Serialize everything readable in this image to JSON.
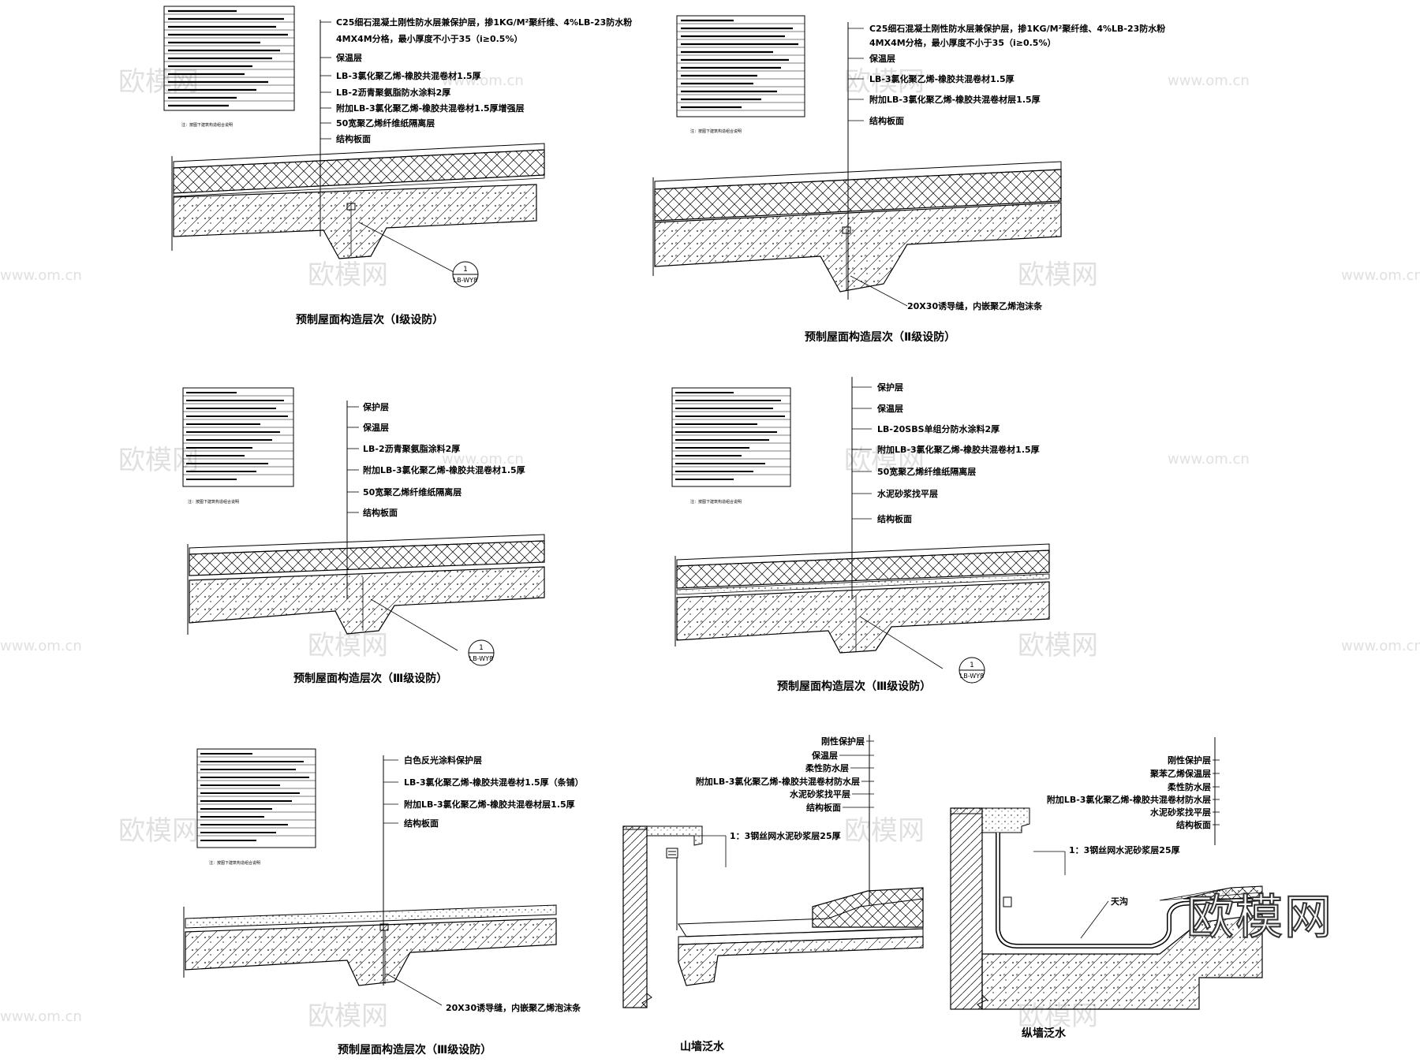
{
  "callout_ref": {
    "num": "1",
    "code": "LB-WY8"
  },
  "joint_note": "20X30诱导缝，内嵌聚乙烯泡沫条",
  "table_note": "注：按图下建筑构造组合说明",
  "watermarks": {
    "url": "www.om.cn",
    "brand": "欧模网"
  },
  "panel1": {
    "caption": "预制屋面构造层次（Ⅰ级设防）",
    "layers": [
      "C25细石混凝土刚性防水层兼保护层，掺1KG/M²聚纤维、4%LB-23防水粉",
      "4MX4M分格，最小厚度不小于35（i≥0.5%）",
      "保温层",
      "LB-3氯化聚乙烯-橡胶共混卷材1.5厚",
      "LB-2沥青聚氨脂防水涂料2厚",
      "附加LB-3氯化聚乙烯-橡胶共混卷材1.5厚增强层",
      "50宽聚乙烯纤维纸隔离层",
      "结构板面"
    ]
  },
  "panel2": {
    "caption": "预制屋面构造层次（Ⅱ级设防）",
    "layers": [
      "C25细石混凝土刚性防水层兼保护层，掺1KG/M²聚纤维、4%LB-23防水粉",
      "4MX4M分格，最小厚度不小于35（i≥0.5%）",
      "保温层",
      "LB-3氯化聚乙烯-橡胶共混卷材1.5厚",
      "附加LB-3氯化聚乙烯-橡胶共混卷材层1.5厚",
      "结构板面"
    ]
  },
  "panel3": {
    "caption": "预制屋面构造层次（Ⅲ级设防）",
    "layers": [
      "保护层",
      "保温层",
      "LB-2沥青聚氨脂涂料2厚",
      "附加LB-3氯化聚乙烯-橡胶共混卷材1.5厚",
      "50宽聚乙烯纤维纸隔离层",
      "结构板面"
    ]
  },
  "panel4": {
    "caption": "预制屋面构造层次（Ⅲ级设防）",
    "layers": [
      "保护层",
      "保温层",
      "LB-20SBS单组分防水涂料2厚",
      "附加LB-3氯化聚乙烯-橡胶共混卷材1.5厚",
      "50宽聚乙烯纤维纸隔离层",
      "水泥砂浆找平层",
      "结构板面"
    ]
  },
  "panel5": {
    "caption": "预制屋面构造层次（Ⅲ级设防）",
    "layers": [
      "白色反光涂料保护层",
      "LB-3氯化聚乙烯-橡胶共混卷材1.5厚（条铺）",
      "附加LB-3氯化聚乙烯-橡胶共混卷材层1.5厚",
      "结构板面"
    ]
  },
  "panel6": {
    "caption": "山墙泛水",
    "mesh_note": "1：3钢丝网水泥砂浆层25厚",
    "layers": [
      "刚性保护层",
      "保温层",
      "柔性防水层",
      "附加LB-3氯化聚乙烯-橡胶共混卷材防水层",
      "水泥砂浆找平层",
      "结构板面"
    ]
  },
  "panel7": {
    "caption": "纵墙泛水",
    "mesh_note": "1：3钢丝网水泥砂浆层25厚",
    "gutter": "天沟",
    "layers": [
      "刚性保护层",
      "聚苯乙烯保温层",
      "柔性防水层",
      "附加LB-3氯化聚乙烯-橡胶共混卷材防水层",
      "水泥砂浆找平层",
      "结构板面"
    ]
  }
}
